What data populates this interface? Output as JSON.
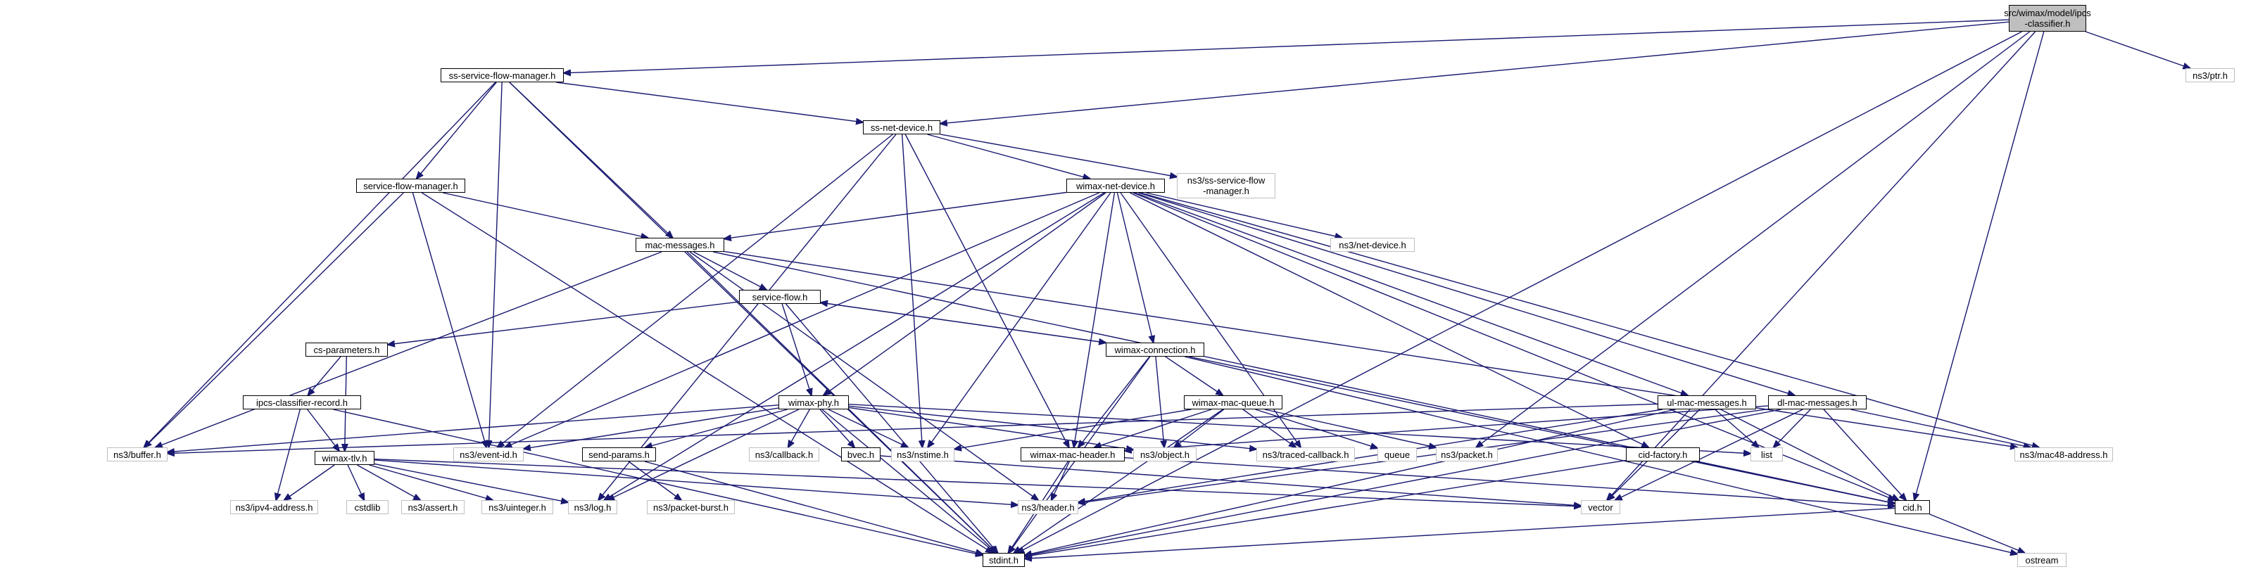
{
  "colors": {
    "edge": "#191970",
    "external_border": "#bfbfbf",
    "root_fill": "#bfbfbf"
  },
  "nodes": {
    "root": "src/wimax/model/ipcs\n-classifier.h",
    "ssSfm": "ss-service-flow-manager.h",
    "ptr": "ns3/ptr.h",
    "ssNet": "ss-net-device.h",
    "sfm": "service-flow-manager.h",
    "ssSfmExt": "ns3/ss-service-flow\n-manager.h",
    "wnd": "wimax-net-device.h",
    "macMsg": "mac-messages.h",
    "netDev": "ns3/net-device.h",
    "sflow": "service-flow.h",
    "csParams": "cs-parameters.h",
    "wconn": "wimax-connection.h",
    "ipcsRec": "ipcs-classifier-record.h",
    "wphy": "wimax-phy.h",
    "wmq": "wimax-mac-queue.h",
    "ulMac": "ul-mac-messages.h",
    "dlMac": "dl-mac-messages.h",
    "buffer": "ns3/buffer.h",
    "eventId": "ns3/event-id.h",
    "callback": "ns3/callback.h",
    "bvec": "bvec.h",
    "nstime": "ns3/nstime.h",
    "object": "ns3/object.h",
    "traced": "ns3/traced-callback.h",
    "queue": "queue",
    "packet": "ns3/packet.h",
    "list": "list",
    "mac48": "ns3/mac48-address.h",
    "sendParams": "send-params.h",
    "wmh": "wimax-mac-header.h",
    "cidf": "cid-factory.h",
    "wtlv": "wimax-tlv.h",
    "ipv4": "ns3/ipv4-address.h",
    "cstdlib": "cstdlib",
    "assert": "ns3/assert.h",
    "uinteger": "ns3/uinteger.h",
    "log": "ns3/log.h",
    "pburst": "ns3/packet-burst.h",
    "header": "ns3/header.h",
    "vector": "vector",
    "cid": "cid.h",
    "stdint": "stdint.h",
    "ostream": "ostream"
  }
}
